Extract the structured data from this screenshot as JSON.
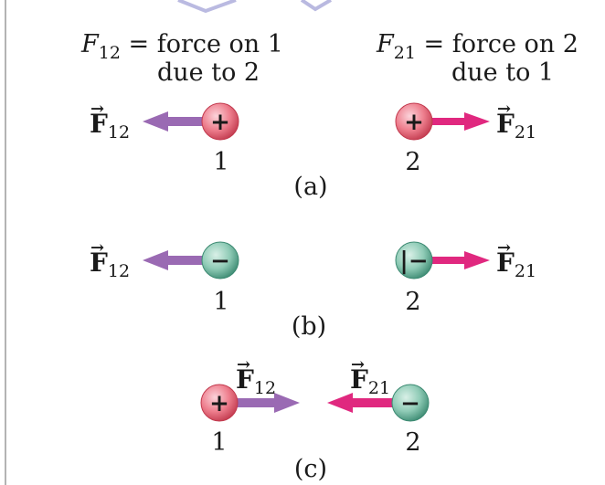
{
  "header": {
    "left": {
      "symbol": "F",
      "subscript": "12",
      "text": " = force on 1",
      "line2": "due to 2"
    },
    "right": {
      "symbol": "F",
      "subscript": "21",
      "text": " = force on 2",
      "line2": "due to 1"
    }
  },
  "vector_label": {
    "symbol": "F",
    "arrow": "→"
  },
  "panels": {
    "a": {
      "caption": "(a)",
      "charge1": {
        "sign": "+",
        "number": "1"
      },
      "charge2": {
        "sign": "+",
        "number": "2"
      },
      "force_on_1": {
        "subscript": "12"
      },
      "force_on_2": {
        "subscript": "21"
      }
    },
    "b": {
      "caption": "(b)",
      "charge1": {
        "sign": "−",
        "number": "1"
      },
      "charge2": {
        "sign": "|−",
        "number": "2"
      },
      "force_on_1": {
        "subscript": "12"
      },
      "force_on_2": {
        "subscript": "21"
      }
    },
    "c": {
      "caption": "(c)",
      "charge1": {
        "sign": "+",
        "number": "1"
      },
      "charge2": {
        "sign": "−",
        "number": "2"
      },
      "force_on_1": {
        "subscript": "12"
      },
      "force_on_2": {
        "subscript": "21"
      }
    }
  },
  "colors": {
    "positive_fill": "#ee7f8e",
    "positive_edge": "#c23a4e",
    "negative_fill": "#8fcbb6",
    "negative_edge": "#3c8a72",
    "arrow_on_1": "#9a6ab3",
    "arrow_on_2": "#e0287f",
    "watermark": "#3a3aa8"
  }
}
